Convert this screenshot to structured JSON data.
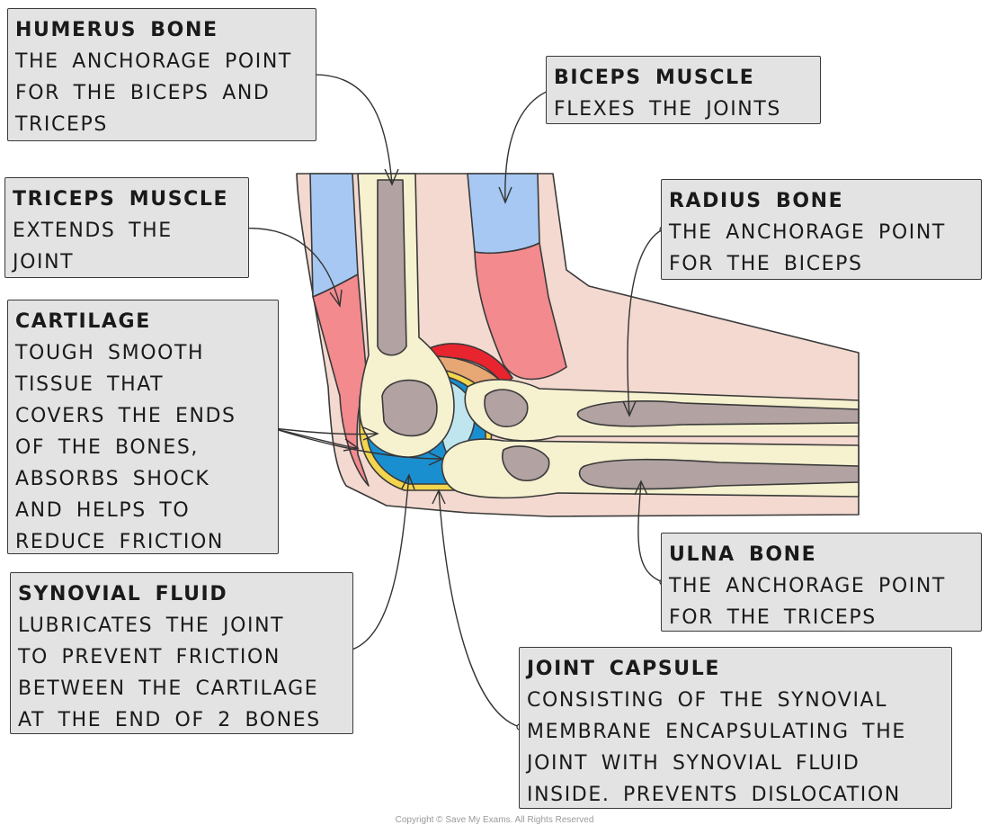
{
  "labels": {
    "humerus": {
      "title": "HUMERUS BONE",
      "lines": [
        "THE ANCHORAGE POINT",
        "FOR THE BICEPS AND",
        "TRICEPS"
      ]
    },
    "biceps": {
      "title": "BICEPS MUSCLE",
      "lines": [
        "FLEXES THE JOINTS"
      ]
    },
    "triceps": {
      "title": "TRICEPS MUSCLE",
      "lines": [
        "EXTENDS THE",
        "JOINT"
      ]
    },
    "radius": {
      "title": "RADIUS BONE",
      "lines": [
        "THE ANCHORAGE POINT",
        "FOR THE BICEPS"
      ]
    },
    "cartilage": {
      "title": "CARTILAGE",
      "lines": [
        "TOUGH SMOOTH",
        "TISSUE THAT",
        "COVERS THE ENDS",
        "OF THE BONES,",
        "ABSORBS SHOCK",
        "AND HELPS TO",
        "REDUCE FRICTION"
      ]
    },
    "ulna": {
      "title": "ULNA BONE",
      "lines": [
        "THE ANCHORAGE POINT",
        "FOR THE TRICEPS"
      ]
    },
    "synovial_fluid": {
      "title": "SYNOVIAL FLUID",
      "lines": [
        "LUBRICATES THE JOINT",
        "TO PREVENT FRICTION",
        "BETWEEN THE CARTILAGE",
        "AT THE END OF 2 BONES"
      ]
    },
    "joint_capsule": {
      "title": "JOINT CAPSULE",
      "lines": [
        "CONSISTING OF THE SYNOVIAL",
        "MEMBRANE ENCAPSULATING THE",
        "JOINT WITH SYNOVIAL FLUID",
        "INSIDE. PREVENTS DISLOCATION"
      ]
    }
  },
  "copyright": "Copyright © Save My Exams. All Rights Reserved",
  "colors": {
    "box_fill": "#e3e3e3",
    "outline": "#3a3a3a",
    "skin": "#f3d9cf",
    "muscle_red": "#f28a8e",
    "muscle_blue": "#a6c8f3",
    "bone": "#f6f1cf",
    "marrow": "#b2a2a2",
    "synovial_blue": "#1a8fd0",
    "cartilage_light": "#bfe6ef",
    "cartilage_yellow": "#f3d54e",
    "capsule_red": "#e8242f",
    "capsule_orange": "#e7a774"
  }
}
